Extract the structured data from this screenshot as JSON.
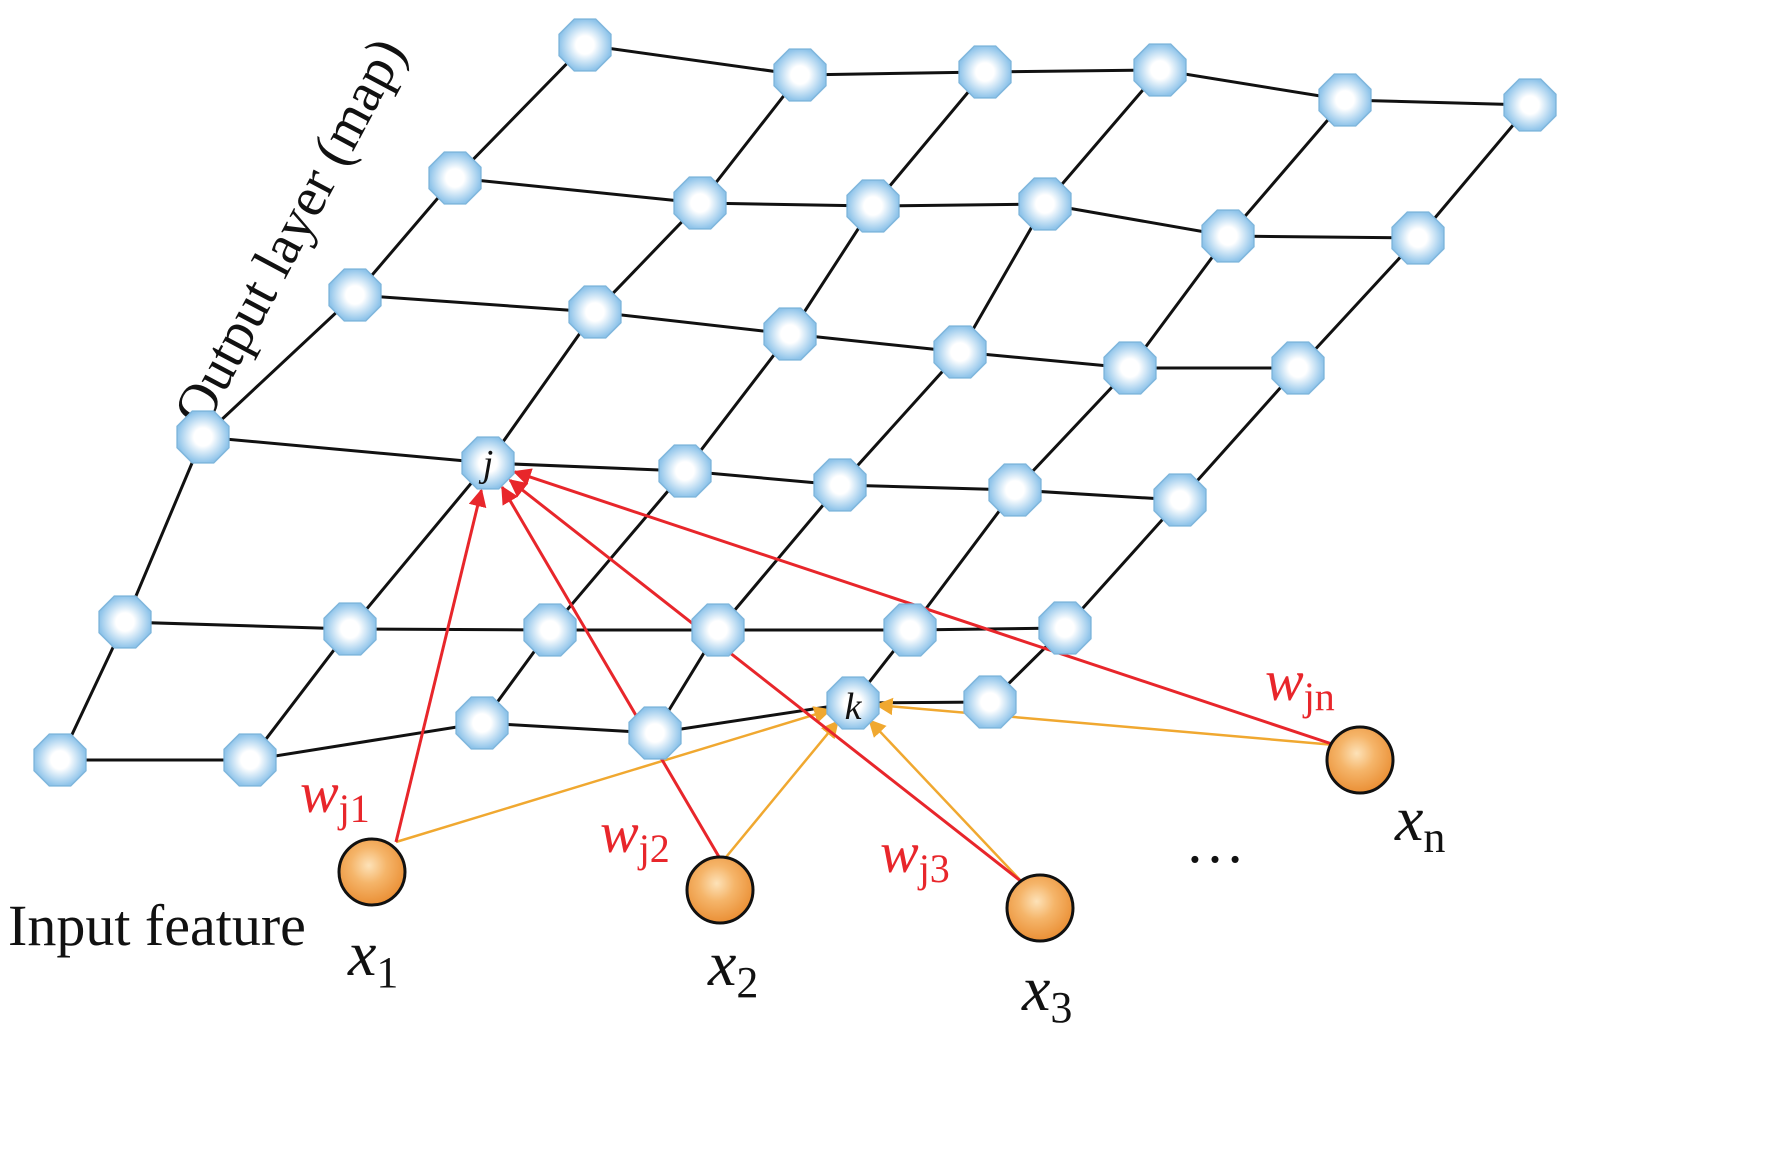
{
  "title": "Output layer (map)",
  "input_label": "Input feature",
  "node_labels": {
    "j": "j",
    "k": "k"
  },
  "inputs": [
    {
      "var": "x",
      "sub": "1"
    },
    {
      "var": "x",
      "sub": "2"
    },
    {
      "var": "x",
      "sub": "3"
    },
    {
      "var": "x",
      "sub": "n"
    }
  ],
  "ellipsis": "…",
  "weights": [
    {
      "var": "w",
      "sub": "j1"
    },
    {
      "var": "w",
      "sub": "j2"
    },
    {
      "var": "w",
      "sub": "j3"
    },
    {
      "var": "w",
      "sub": "jn"
    }
  ],
  "colors": {
    "grid_line": "#111111",
    "node_fill": "#9fcdec",
    "node_glow": "#ffffff",
    "input_fill": "#f2a24e",
    "weight_arrow": "#e8262b",
    "k_arrow": "#f0a830",
    "weight_text": "#e8262b"
  }
}
